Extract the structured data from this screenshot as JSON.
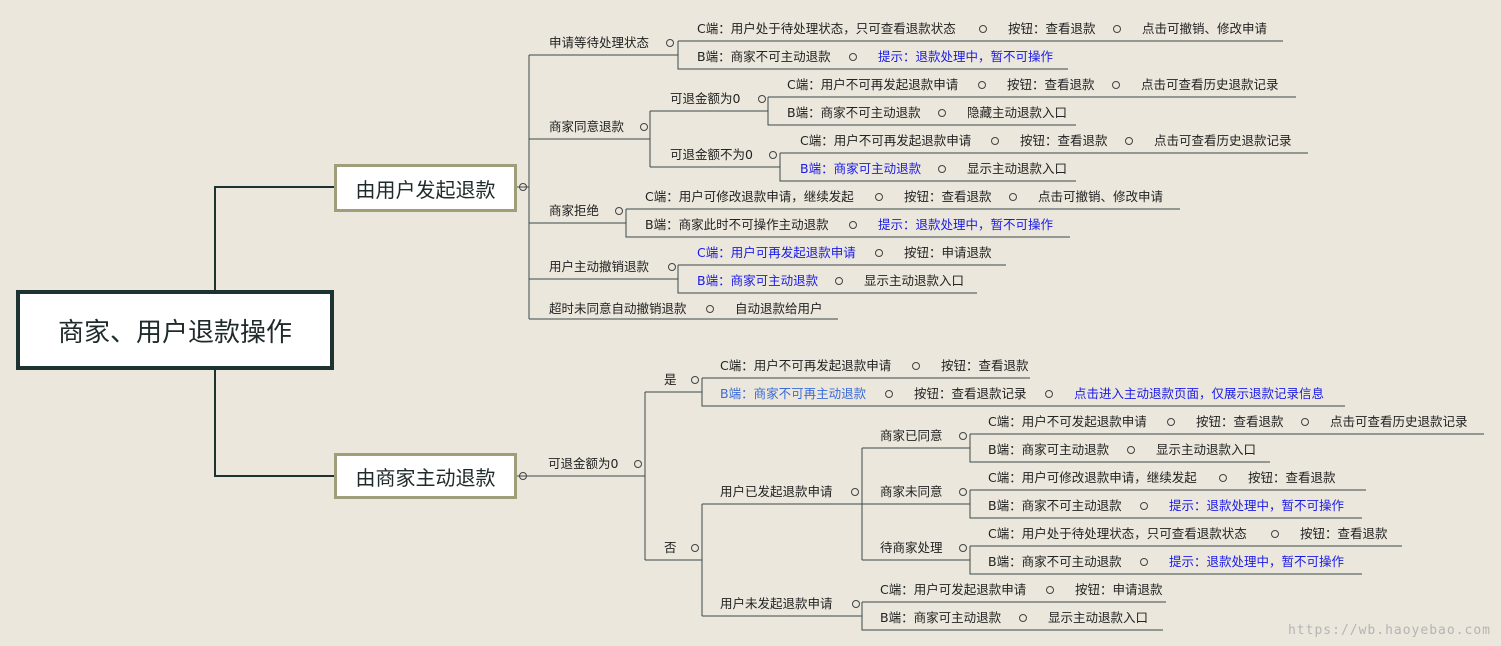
{
  "root": "商家、用户退款操作",
  "branches": {
    "user": "由用户发起退款",
    "merchant": "由商家主动退款"
  },
  "user": {
    "pending": {
      "label": "申请等待处理状态",
      "c": "C端：用户处于待处理状态，只可查看退款状态",
      "c_btn": "按钮：查看退款",
      "c_act": "点击可撤销、修改申请",
      "b": "B端：商家不可主动退款",
      "b_tip": "提示：退款处理中，暂不可操作"
    },
    "agree": {
      "label": "商家同意退款",
      "zero": {
        "label": "可退金额为0",
        "c": "C端：用户不可再发起退款申请",
        "c_btn": "按钮：查看退款",
        "c_act": "点击可查看历史退款记录",
        "b": "B端：商家不可主动退款",
        "b_tip": "隐藏主动退款入口"
      },
      "nonzero": {
        "label": "可退金额不为0",
        "c": "C端：用户不可再发起退款申请",
        "c_btn": "按钮：查看退款",
        "c_act": "点击可查看历史退款记录",
        "b": "B端：商家可主动退款",
        "b_tip": "显示主动退款入口"
      }
    },
    "reject": {
      "label": "商家拒绝",
      "c": "C端：用户可修改退款申请，继续发起",
      "c_btn": "按钮：查看退款",
      "c_act": "点击可撤销、修改申请",
      "b": "B端：商家此时不可操作主动退款",
      "b_tip": "提示：退款处理中，暂不可操作"
    },
    "cancel": {
      "label": "用户主动撤销退款",
      "c": "C端：用户可再发起退款申请",
      "c_btn": "按钮：申请退款",
      "b": "B端：商家可主动退款",
      "b_tip": "显示主动退款入口"
    },
    "timeout": {
      "label": "超时未同意自动撤销退款",
      "result": "自动退款给用户"
    }
  },
  "merchant": {
    "amount": "可退金额为0",
    "yes": {
      "label": "是",
      "c": "C端：用户不可再发起退款申请",
      "c_btn": "按钮：查看退款",
      "b": "B端：商家不可再主动退款",
      "b_btn": "按钮：查看退款记录",
      "b_act": "点击进入主动退款页面，仅展示退款记录信息"
    },
    "no": {
      "label": "否",
      "applied": {
        "label": "用户已发起退款申请",
        "agreed": {
          "label": "商家已同意",
          "c": "C端：用户不可发起退款申请",
          "c_btn": "按钮：查看退款",
          "c_act": "点击可查看历史退款记录",
          "b": "B端：商家可主动退款",
          "b_tip": "显示主动退款入口"
        },
        "disagreed": {
          "label": "商家未同意",
          "c": "C端：用户可修改退款申请，继续发起",
          "c_btn": "按钮：查看退款",
          "b": "B端：商家不可主动退款",
          "b_tip": "提示：退款处理中，暂不可操作"
        },
        "waiting": {
          "label": "待商家处理",
          "c": "C端：用户处于待处理状态，只可查看退款状态",
          "c_btn": "按钮：查看退款",
          "b": "B端：商家不可主动退款",
          "b_tip": "提示：退款处理中，暂不可操作"
        }
      },
      "not_applied": {
        "label": "用户未发起退款申请",
        "c": "C端：用户可发起退款申请",
        "c_btn": "按钮：申请退款",
        "b": "B端：商家可主动退款",
        "b_tip": "显示主动退款入口"
      }
    }
  },
  "watermark": "https://wb.haoyebao.com"
}
